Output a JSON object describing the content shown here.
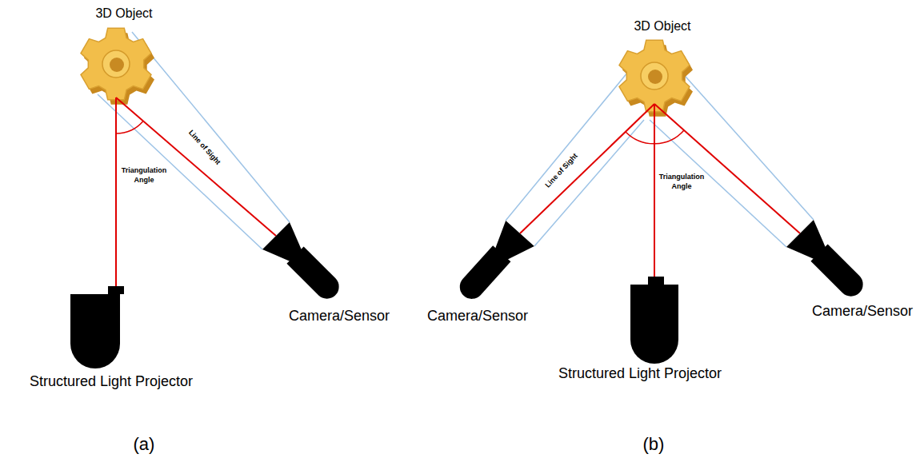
{
  "diagram": {
    "labels": [
      "3D Object",
      "Triangulation Angle",
      "Line of Sight",
      "Structured Light Projector",
      "Camera/Sensor",
      "(a)",
      "3D Object",
      "Line of Sight",
      "Triangulation Angle",
      "Camera/Sensor",
      "Structured Light Projector",
      "Camera/Sensor",
      "(b)"
    ]
  }
}
